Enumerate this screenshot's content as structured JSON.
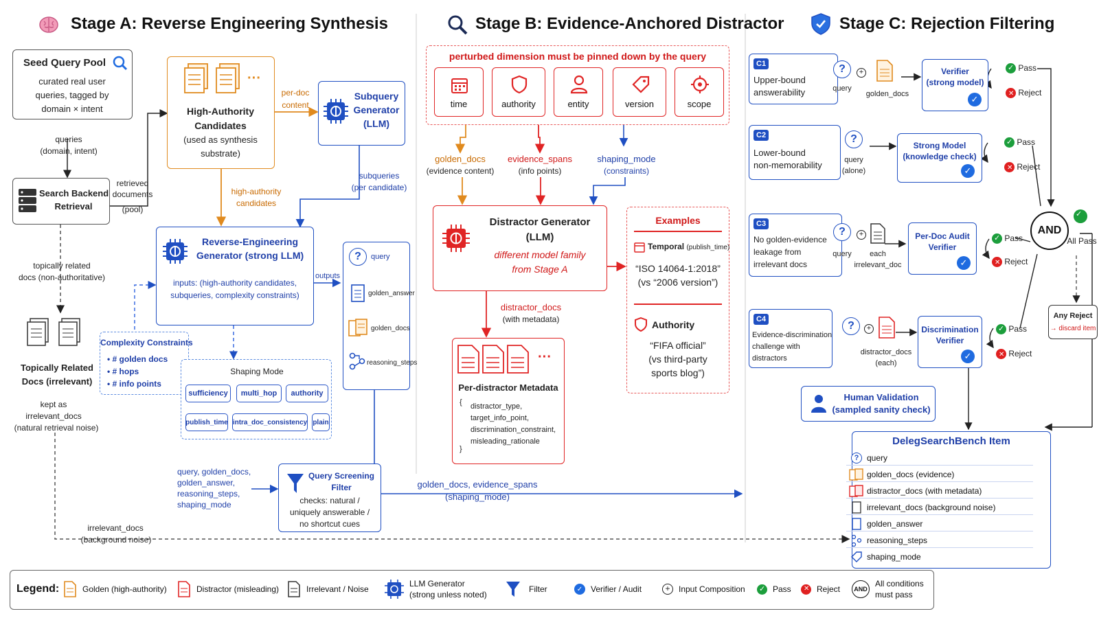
{
  "stage_a": {
    "title": "Stage A: Reverse Engineering Synthesis",
    "seed_pool": {
      "title": "Seed Query Pool",
      "desc": [
        "curated real user",
        "queries, tagged by",
        "domain × intent"
      ]
    },
    "queries_label": [
      "queries",
      "(domain, intent)"
    ],
    "search_backend": [
      "Search Backend",
      "Retrieval"
    ],
    "retrieved_label": [
      "retrieved",
      "documents",
      "(pool)"
    ],
    "topical_label": [
      "topically related",
      "docs (non-authoritative)"
    ],
    "topical_docs": [
      "Topically Related",
      "Docs (irrelevant)"
    ],
    "kept_label": [
      "kept as",
      "irrelevant_docs",
      "(natural retrieval noise)"
    ],
    "high_auth": [
      "High-Authority",
      "Candidates",
      "(used as synthesis",
      "substrate)"
    ],
    "per_doc_label": [
      "per-doc",
      "content"
    ],
    "subquery_gen": [
      "Subquery",
      "Generator",
      "(LLM)"
    ],
    "high_auth_candidates_label": [
      "high-authority",
      "candidates"
    ],
    "subqueries_label": [
      "subqueries",
      "(per candidate)"
    ],
    "reg": {
      "title": [
        "Reverse-Engineering",
        "Generator (strong LLM)"
      ],
      "inputs": [
        "inputs: (high-authority candidates,",
        "subqueries, complexity constraints)"
      ]
    },
    "outputs_label": "outputs",
    "outputs": [
      "query",
      "golden_answer",
      "golden_docs",
      "reasoning_steps"
    ],
    "complexity": {
      "title": "Complexity Constraints",
      "items": [
        "# golden docs",
        "# hops",
        "# info points"
      ]
    },
    "shaping": {
      "title": "Shaping Mode",
      "row1": [
        "sufficiency",
        "multi_hop",
        "authority"
      ],
      "row2": [
        "publish_time",
        "intra_doc_consistency",
        "plain"
      ]
    },
    "screen_in_label": [
      "query, golden_docs,",
      "golden_answer,",
      "reasoning_steps,",
      "shaping_mode"
    ],
    "screen": {
      "title": [
        "Query Screening",
        "Filter"
      ],
      "checks": [
        "checks: natural /",
        "uniquely answerable /",
        "no shortcut cues"
      ]
    },
    "irrelevant_label": [
      "irrelevant_docs",
      "(background noise)"
    ]
  },
  "stage_b": {
    "title": "Stage B: Evidence-Anchored Distractor",
    "perturbed": "perturbed dimension must be pinned down by the query",
    "dims": [
      "time",
      "authority",
      "entity",
      "version",
      "scope"
    ],
    "golden_docs_label": [
      "golden_docs",
      "(evidence content)"
    ],
    "evidence_label": [
      "evidence_spans",
      "(info points)"
    ],
    "shaping_label": [
      "shaping_mode",
      "(constraints)"
    ],
    "dg": {
      "title": [
        "Distractor Generator",
        "(LLM)"
      ],
      "note": [
        "different model family",
        "from Stage A"
      ]
    },
    "distractor_docs_label": [
      "distractor_docs",
      "(with metadata)"
    ],
    "meta": {
      "title": "Per-distractor Metadata",
      "lines": [
        "{",
        "distractor_type,",
        "target_info_point,",
        "discrimination_constraint,",
        "misleading_rationale",
        "}"
      ]
    },
    "examples": {
      "title": "Examples",
      "temporal": "Temporal",
      "temporal_sub": "(publish_time)",
      "ex1": [
        "“ISO 14064-1:2018”",
        "(vs “2006 version”)"
      ],
      "authority": "Authority",
      "ex2": [
        "“FIFA official”",
        "(vs third-party",
        "sports blog”)"
      ]
    },
    "golden_out_label": [
      "golden_docs, evidence_spans",
      "(shaping_mode)"
    ]
  },
  "stage_c": {
    "title": "Stage C: Rejection Filtering",
    "checks": [
      {
        "id": "C1",
        "desc": [
          "Upper-bound",
          "answerability"
        ],
        "inputs": [
          "query",
          "golden_docs"
        ],
        "verifier": [
          "Verifier",
          "(strong model)"
        ]
      },
      {
        "id": "C2",
        "desc": [
          "Lower-bound",
          "non-memorability"
        ],
        "inputs": [
          "query",
          "(alone)"
        ],
        "verifier": [
          "Strong Model",
          "(knowledge check)"
        ]
      },
      {
        "id": "C3",
        "desc": [
          "No golden-evidence",
          "leakage from",
          "irrelevant docs"
        ],
        "inputs": [
          "query",
          "each",
          "irrelevant_doc"
        ],
        "verifier": [
          "Per-Doc Audit",
          "Verifier"
        ]
      },
      {
        "id": "C4",
        "desc": [
          "Evidence-discrimination",
          "challenge with",
          "distractors"
        ],
        "inputs": [
          "distractor_docs",
          "(each)"
        ],
        "verifier": [
          "Discrimination",
          "Verifier"
        ]
      }
    ],
    "pass": "Pass",
    "reject": "Reject",
    "and": "AND",
    "all_pass": "All Pass",
    "any_reject": [
      "Any Reject",
      "→ discard item"
    ],
    "human": [
      "Human Validation",
      "(sampled sanity check)"
    ],
    "bench": {
      "title": "DelegSearchBench Item",
      "rows": [
        "query",
        "golden_docs (evidence)",
        "distractor_docs (with metadata)",
        "irrelevant_docs (background noise)",
        "golden_answer",
        "reasoning_steps",
        "shaping_mode"
      ]
    }
  },
  "legend": {
    "label": "Legend:",
    "items": [
      "Golden (high-authority)",
      "Distractor (misleading)",
      "Irrelevant / Noise",
      "LLM Generator",
      "(strong unless noted)",
      "Filter",
      "Verifier / Audit",
      "Input Composition",
      "Pass",
      "Reject",
      "All conditions",
      "must pass"
    ],
    "and": "AND"
  },
  "colors": {
    "blue": "#1f4fc2",
    "orange": "#e08a1e",
    "red": "#e02424",
    "pass": "#1c9e3c",
    "reject": "#e02020"
  }
}
